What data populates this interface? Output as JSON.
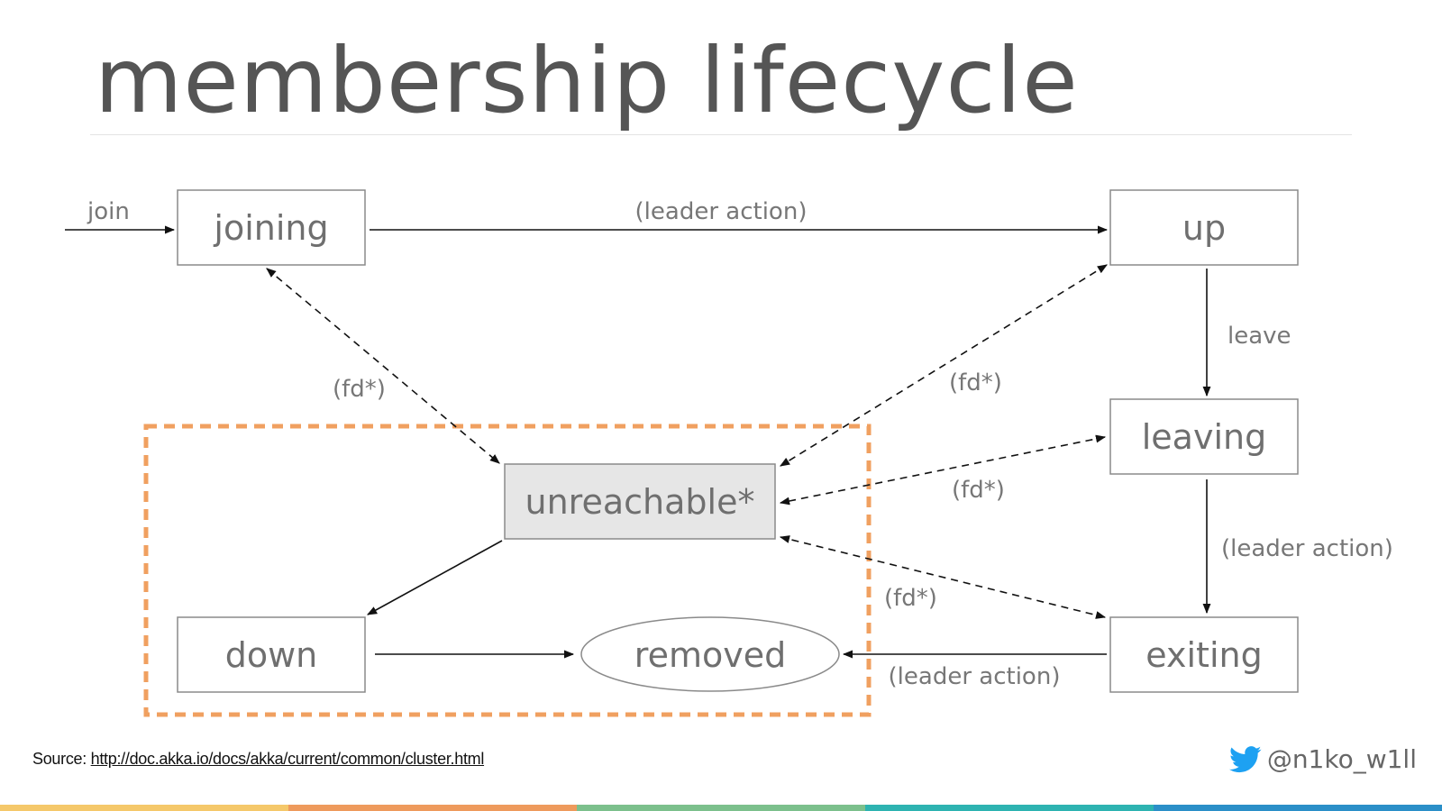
{
  "slide": {
    "title": "membership lifecycle"
  },
  "diagram": {
    "nodes": {
      "joining": "joining",
      "up": "up",
      "leaving": "leaving",
      "unreachable": "unreachable*",
      "down": "down",
      "removed": "removed",
      "exiting": "exiting"
    },
    "edges": {
      "join": "join",
      "joining_to_up": "(leader action)",
      "up_to_leaving": "leave",
      "leaving_to_exiting": "(leader action)",
      "exiting_to_removed": "(leader action)",
      "joining_unreachable": "(fd*)",
      "up_unreachable": "(fd*)",
      "leaving_unreachable": "(fd*)",
      "exiting_unreachable": "(fd*)"
    },
    "colors": {
      "box_border": "#8a8a8a",
      "unreachable_fill": "#e6e6e6",
      "highlight_dashed_border": "#f0a060"
    }
  },
  "footer": {
    "source_prefix": "Source:",
    "source_link": "http://doc.akka.io/docs/akka/current/common/cluster.html",
    "handle": "@n1ko_w1ll",
    "handle_icon": "twitter-bird-icon",
    "twitter_color": "#1da1f2",
    "color_bar": [
      "#f5c86a",
      "#ee9a5c",
      "#7cc08c",
      "#2db3b1",
      "#2b8fc8"
    ]
  }
}
